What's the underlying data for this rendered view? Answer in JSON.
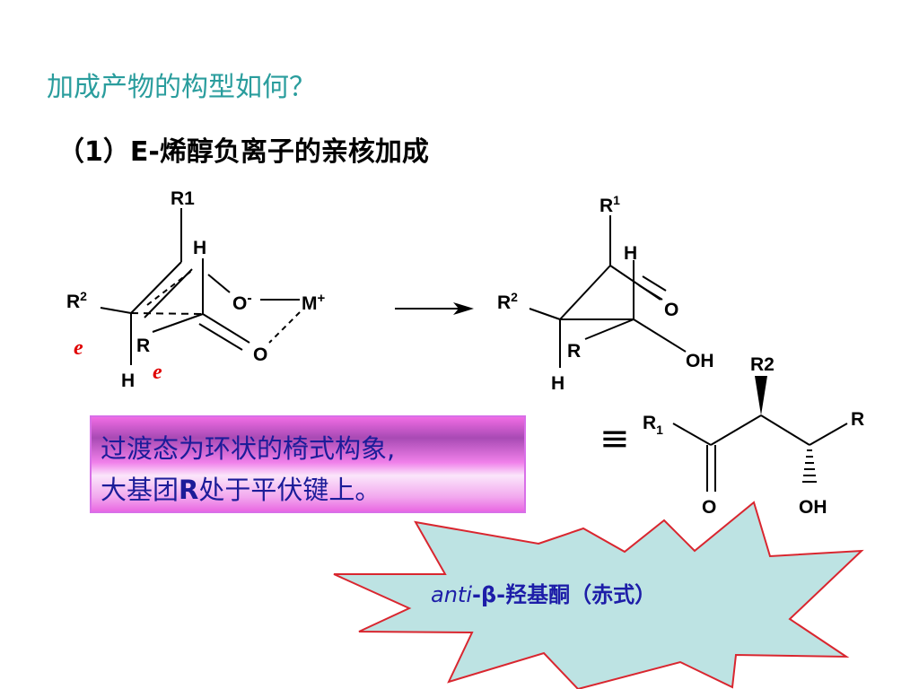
{
  "slide": {
    "question_title": "加成产物的构型如何？",
    "section_title": "（1）E-烯醇负离子的亲核加成",
    "note": {
      "line1": "过渡态为环状的椅式构象,",
      "line2_pre": "大基团",
      "line2_bold": "R",
      "line2_post": "处于平伏键上。"
    },
    "equiv_symbol": "≡",
    "starburst": {
      "italic": "anti",
      "rest": "-β-羟基酮（赤式）"
    }
  },
  "transition_state": {
    "r1": "R1",
    "h_top": "H",
    "r2": "R",
    "r2_sup": "2",
    "o_minus": "O",
    "minus": "-",
    "metal": "M",
    "plus": "+",
    "r": "R",
    "o": "O",
    "h_bottom": "H",
    "e1": "e",
    "e2": "e"
  },
  "product": {
    "r1": "R",
    "r1_sup": "1",
    "h_top": "H",
    "r2": "R",
    "r2_sup": "2",
    "o": "O",
    "r": "R",
    "oh": "OH",
    "h_bottom": "H"
  },
  "zigzag": {
    "r1": "R",
    "r1_sub": "1",
    "r2": "R2",
    "r": "R",
    "o": "O",
    "oh": "OH"
  },
  "colors": {
    "title_teal": "#2a9d9d",
    "note_text": "#1c1c99",
    "starburst_fill": "#bde3e3",
    "starburst_stroke": "#d9262f",
    "electron_label": "#e00000"
  }
}
